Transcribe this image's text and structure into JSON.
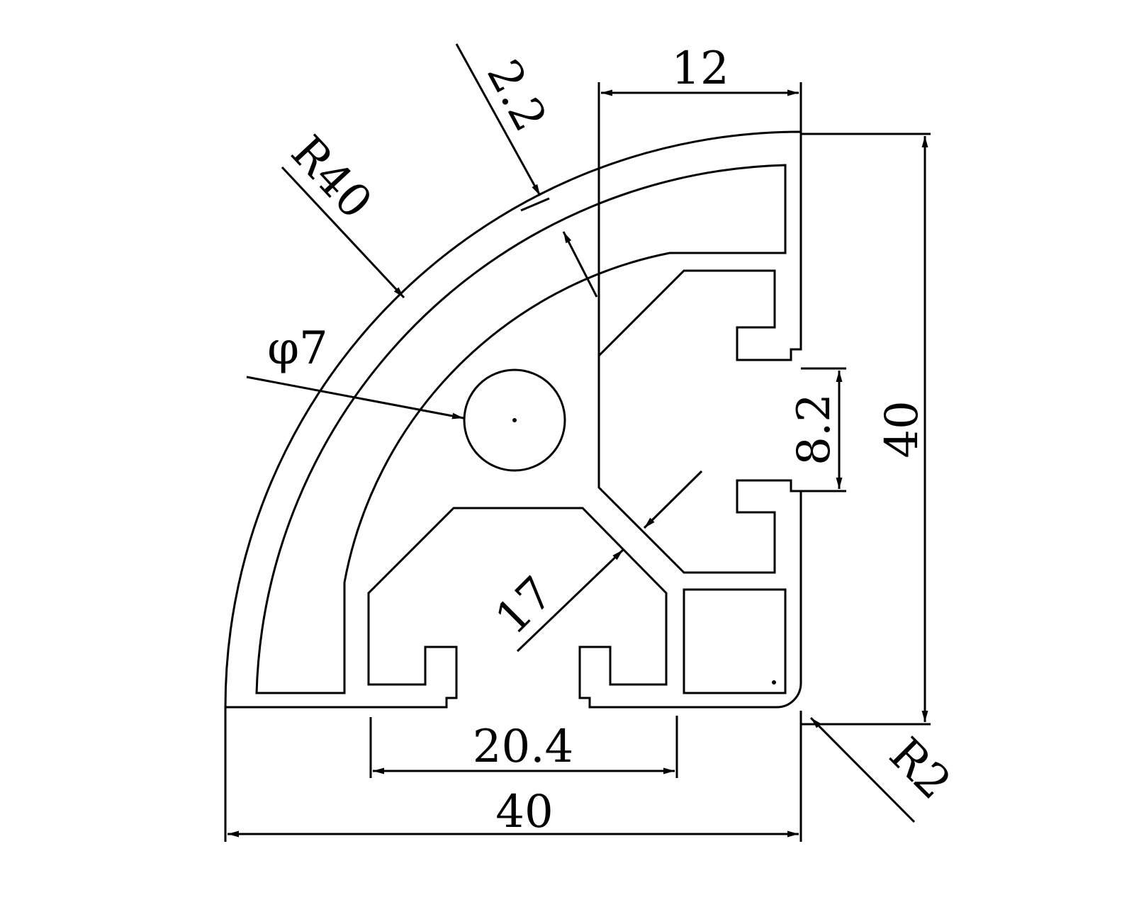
{
  "drawing": {
    "line_color": "#000000",
    "background_color": "#ffffff"
  },
  "dimensions": {
    "top_width": "12",
    "wall_thickness": "2.2",
    "outer_radius": "R40",
    "hole_diameter": "φ7",
    "right_height": "40",
    "slot_width": "8.2",
    "diagonal_width": "17",
    "bottom_slot_spacing": "20.4",
    "bottom_width": "40",
    "corner_radius": "R2"
  }
}
